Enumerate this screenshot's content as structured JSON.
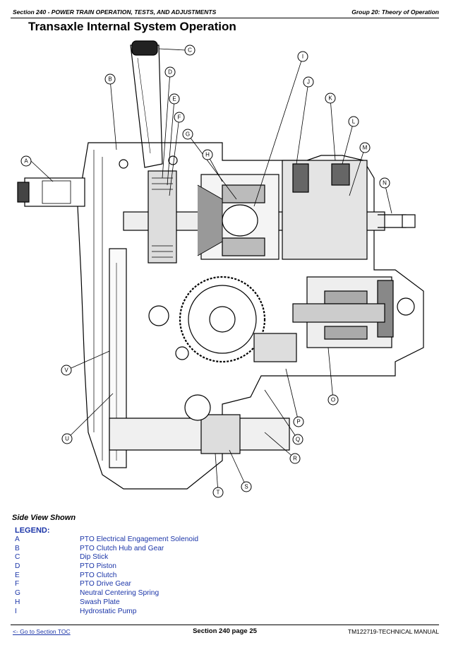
{
  "header": {
    "section": "Section 240 - POWER TRAIN OPERATION, TESTS, AND ADJUSTMENTS",
    "group": "Group 20: Theory of Operation"
  },
  "title": "Transaxle Internal System Operation",
  "diagram": {
    "callouts": [
      "A",
      "B",
      "C",
      "D",
      "E",
      "F",
      "G",
      "H",
      "I",
      "J",
      "K",
      "L",
      "M",
      "N",
      "O",
      "P",
      "Q",
      "R",
      "S",
      "T",
      "U",
      "V"
    ]
  },
  "caption": "Side View Shown",
  "legend": {
    "title": "LEGEND:",
    "items": [
      {
        "key": "A",
        "label": "PTO Electrical Engagement Solenoid"
      },
      {
        "key": "B",
        "label": "PTO Clutch Hub and Gear"
      },
      {
        "key": "C",
        "label": "Dip Stick"
      },
      {
        "key": "D",
        "label": "PTO Piston"
      },
      {
        "key": "E",
        "label": "PTO Clutch"
      },
      {
        "key": "F",
        "label": "PTO Drive Gear"
      },
      {
        "key": "G",
        "label": "Neutral Centering Spring"
      },
      {
        "key": "H",
        "label": "Swash Plate"
      },
      {
        "key": "I",
        "label": "Hydrostatic Pump"
      }
    ]
  },
  "footer": {
    "toc_link": "<- Go to Section TOC",
    "page": "Section 240 page 25",
    "manual": "TM122719-TECHNICAL MANUAL"
  }
}
